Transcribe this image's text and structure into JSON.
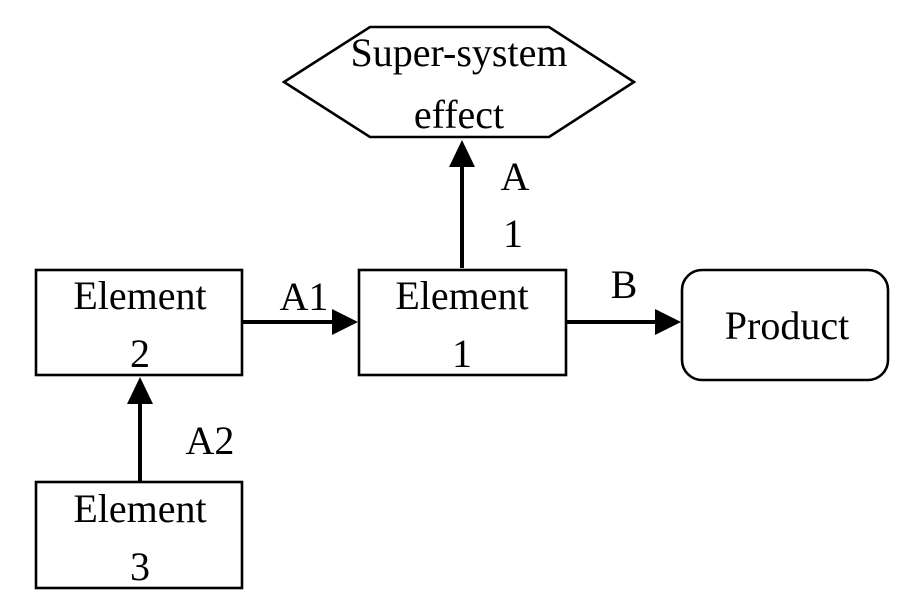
{
  "nodes": {
    "super_system": {
      "line1": "Super-system",
      "line2": "effect"
    },
    "element1": {
      "line1": "Element",
      "line2": "1"
    },
    "element2": {
      "line1": "Element",
      "line2": "2"
    },
    "element3": {
      "line1": "Element",
      "line2": "3"
    },
    "product": {
      "label": "Product"
    }
  },
  "edges": {
    "element1_to_super": {
      "line1": "A",
      "line2": "1"
    },
    "element2_to_element1": {
      "label": "A1"
    },
    "element3_to_element2": {
      "label": "A2"
    },
    "element1_to_product": {
      "label": "B"
    }
  }
}
